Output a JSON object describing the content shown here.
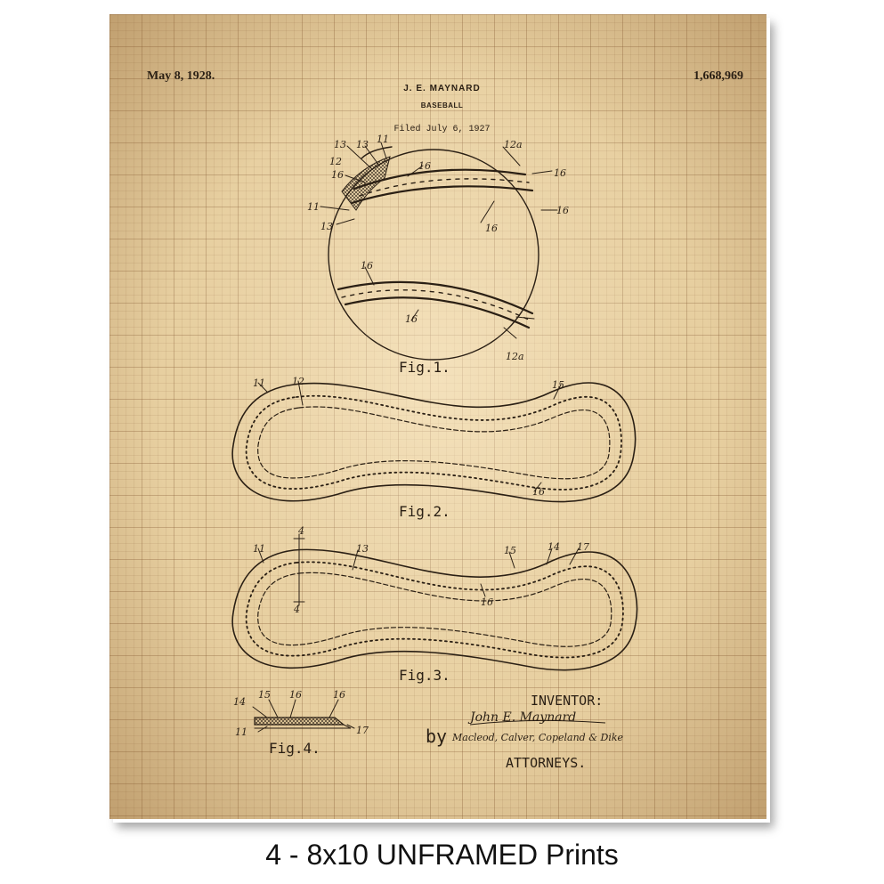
{
  "header": {
    "date": "May 8, 1928.",
    "patent_number": "1,668,969",
    "inventor": "J. E. MAYNARD",
    "title": "BASEBALL",
    "filed": "Filed July 6, 1927"
  },
  "figures": {
    "fig1": "Fig.1.",
    "fig2": "Fig.2.",
    "fig3": "Fig.3.",
    "fig4": "Fig.4."
  },
  "reference_numerals": [
    "13",
    "13",
    "11",
    "12",
    "12a",
    "16",
    "16",
    "16",
    "16",
    "11",
    "13",
    "16",
    "16",
    "16",
    "12a",
    "11",
    "12",
    "15",
    "16",
    "4",
    "4",
    "11",
    "13",
    "15",
    "14",
    "17",
    "16",
    "14",
    "15",
    "16",
    "16",
    "17",
    "11"
  ],
  "signature": {
    "inventor_label": "INVENTOR:",
    "inventor_signature": "John E. Maynard",
    "by": "by",
    "attorneys_signature": "Macleod, Calver, Copeland & Dike",
    "attorneys_label": "ATTORNEYS."
  },
  "caption": "4 - 8x10 UNFRAMED Prints",
  "colors": {
    "paper": "#e7cfa0",
    "ink": "#2a1f14",
    "page_background": "#ffffff"
  }
}
